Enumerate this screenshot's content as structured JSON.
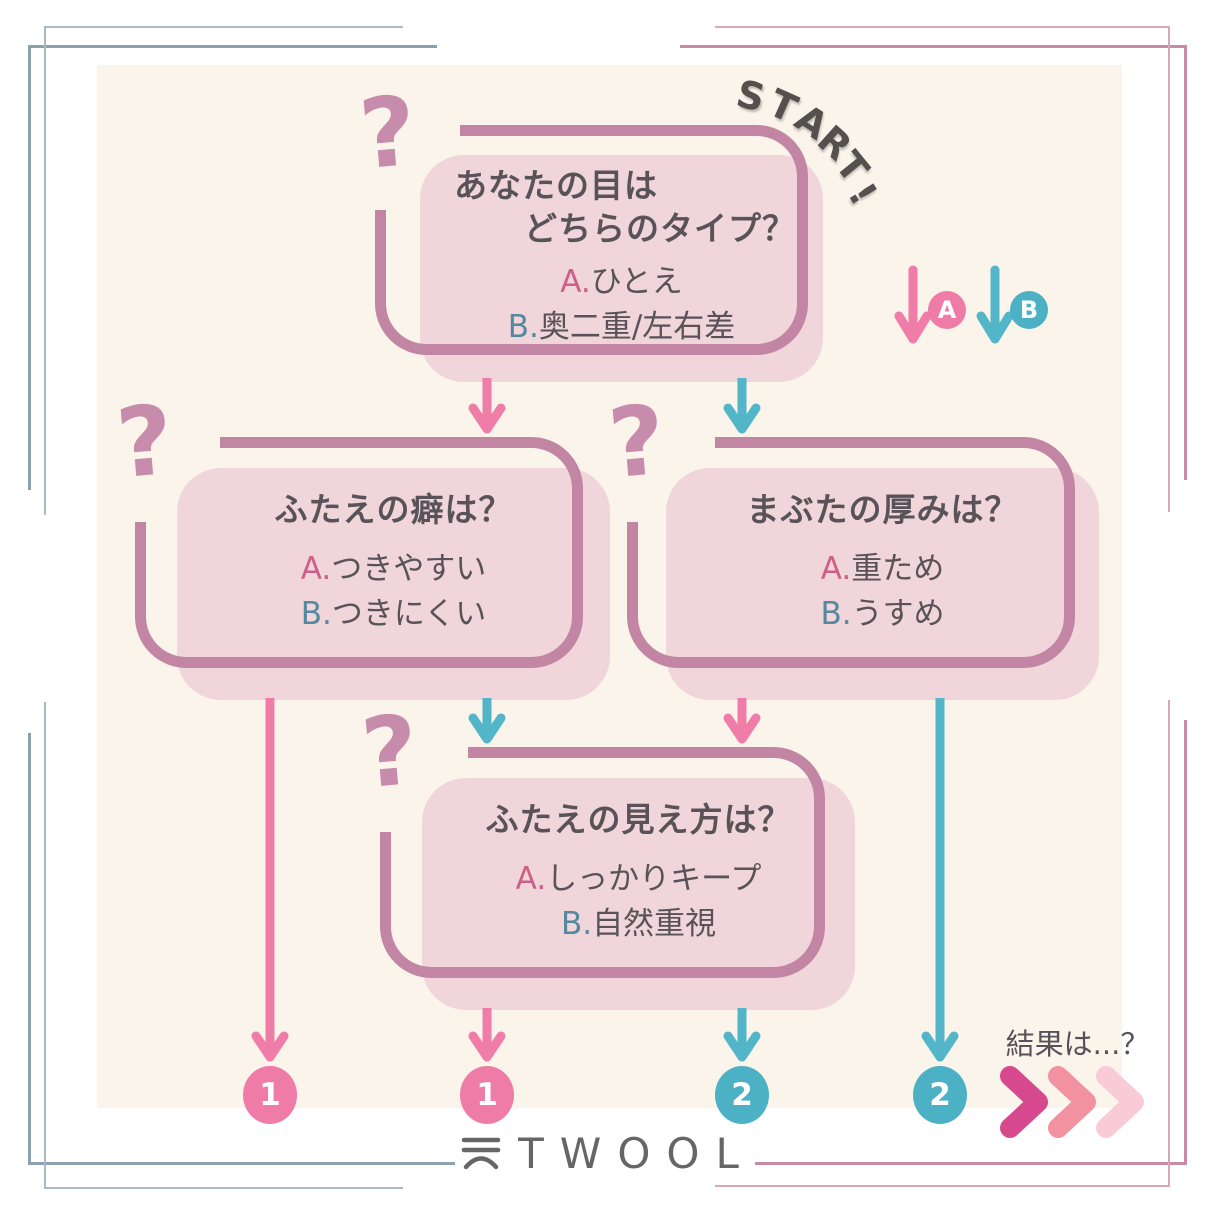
{
  "meta": {
    "start_label": "START!",
    "start_letters": [
      "S",
      "T",
      "A",
      "R",
      "T",
      "!"
    ],
    "result_label": "結果は...？",
    "brand": "TWOOL"
  },
  "legend": {
    "a_label": "A",
    "b_label": "B"
  },
  "questions": [
    {
      "title_lines": [
        "あなたの目は",
        "どちらのタイプ？"
      ],
      "a_prefix": "A.",
      "a_text": "ひとえ",
      "b_prefix": "B.",
      "b_text": "奥二重/左右差"
    },
    {
      "title_lines": [
        "ふたえの癖は？"
      ],
      "a_prefix": "A.",
      "a_text": "つきやすい",
      "b_prefix": "B.",
      "b_text": "つきにくい"
    },
    {
      "title_lines": [
        "まぶたの厚みは？"
      ],
      "a_prefix": "A.",
      "a_text": "重ため",
      "b_prefix": "B.",
      "b_text": "うすめ"
    },
    {
      "title_lines": [
        "ふたえの見え方は？"
      ],
      "a_prefix": "A.",
      "a_text": "しっかりキープ",
      "b_prefix": "B.",
      "b_text": "自然重視"
    }
  ],
  "results": [
    {
      "label": "1",
      "branch": "A"
    },
    {
      "label": "1",
      "branch": "A"
    },
    {
      "label": "2",
      "branch": "B"
    },
    {
      "label": "2",
      "branch": "B"
    }
  ],
  "decorations": {
    "question_mark": "?"
  },
  "colors": {
    "pink_branch": "#f07da7",
    "pink_badge": "#ee7ca6",
    "teal_branch": "#53b5c8",
    "teal_badge": "#4db1c5",
    "mauve_outline": "#c286a4",
    "question_mark": "#c78cab",
    "box_fill": "#f0d5da",
    "background_inner": "#faf4ea",
    "text_dark": "#595359",
    "a_label_color": "#ce5f88",
    "b_label_color": "#56889e",
    "chevron_1": "#d6498e",
    "chevron_2": "#f2919f",
    "chevron_3": "#f9cbd6",
    "frame_blue": "#8ba1ae",
    "frame_pink": "#c88aa6",
    "brand_gray": "#666666"
  }
}
